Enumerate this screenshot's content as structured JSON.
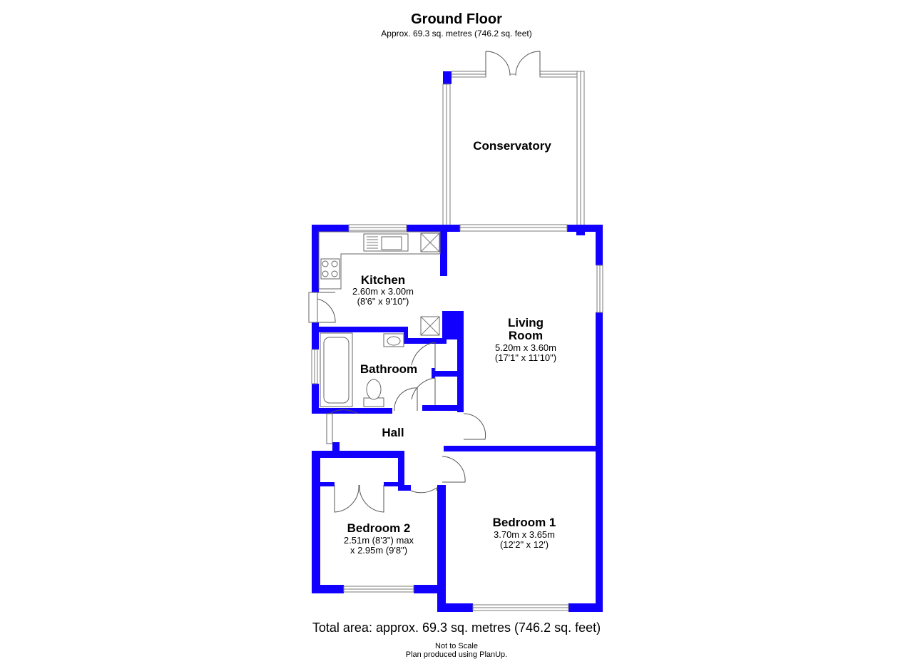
{
  "header": {
    "title": "Ground Floor",
    "subtitle": "Approx. 69.3 sq. metres (746.2 sq. feet)"
  },
  "rooms": {
    "conservatory": {
      "name": "Conservatory"
    },
    "kitchen": {
      "name": "Kitchen",
      "dim_m": "2.60m x 3.00m",
      "dim_ft": "(8'6\" x 9'10\")"
    },
    "living": {
      "name_line1": "Living",
      "name_line2": "Room",
      "dim_m": "5.20m x 3.60m",
      "dim_ft": "(17'1\" x 11'10\")"
    },
    "bathroom": {
      "name": "Bathroom"
    },
    "hall": {
      "name": "Hall"
    },
    "bedroom2": {
      "name": "Bedroom 2",
      "dim_line1": "2.51m (8'3\") max",
      "dim_line2": "x 2.95m (9'8\")"
    },
    "bedroom1": {
      "name": "Bedroom 1",
      "dim_m": "3.70m x 3.65m",
      "dim_ft": "(12'2\" x 12')"
    }
  },
  "footer": {
    "total": "Total area: approx. 69.3 sq. metres (746.2 sq. feet)",
    "note1": "Not to Scale",
    "note2": "Plan produced using PlanUp."
  },
  "colors": {
    "wall": "#1200ff",
    "background": "#ffffff"
  }
}
